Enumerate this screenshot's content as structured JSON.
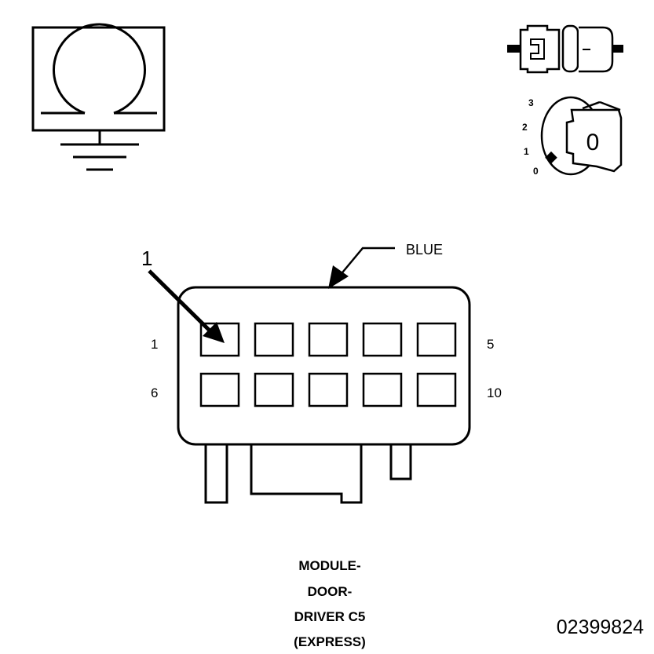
{
  "connector": {
    "color_label": "BLUE",
    "callout_label": "1",
    "pin_labels": {
      "top_left": "1",
      "top_right": "5",
      "bottom_left": "6",
      "bottom_right": "10"
    },
    "cavity_count": 10
  },
  "ignition_switch": {
    "positions": [
      "3",
      "2",
      "1",
      "0"
    ],
    "key_letter": "0"
  },
  "icons": {
    "ground_symbol": "ground-symbol-icon",
    "connector_pair": "connector-pair-icon",
    "ignition_key": "ignition-key-icon"
  },
  "caption": {
    "line1": "MODULE-",
    "line2": "DOOR-",
    "line3": "DRIVER C5",
    "line4": "(EXPRESS)"
  },
  "figure_id": "02399824"
}
